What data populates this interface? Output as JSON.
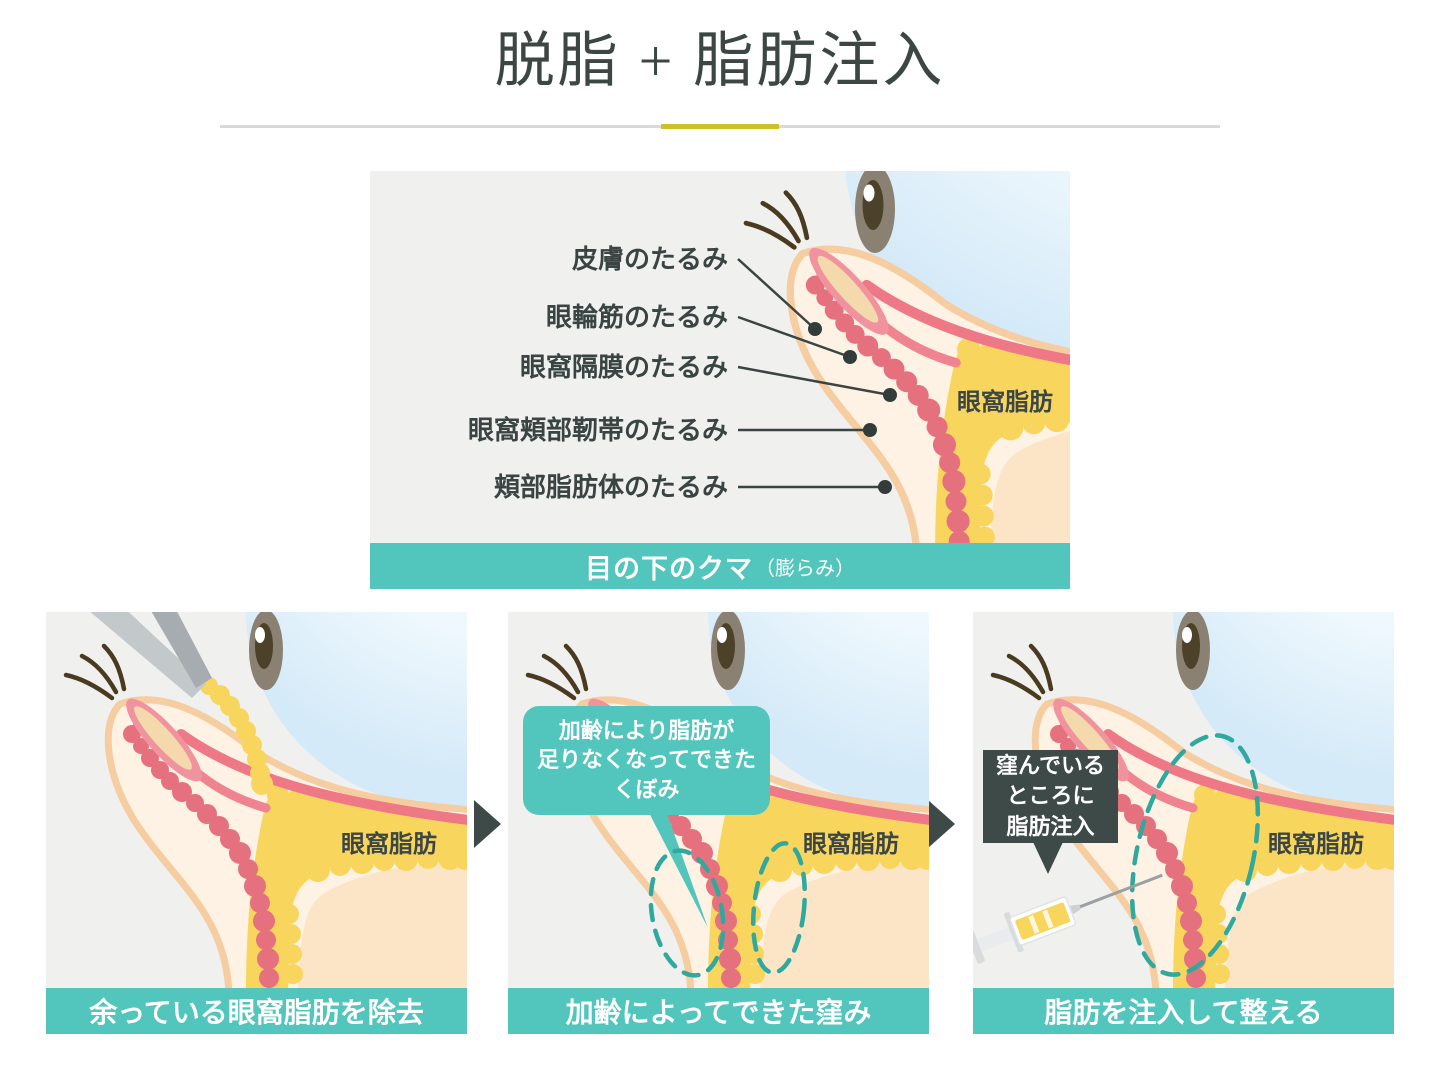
{
  "title": "脱脂 + 脂肪注入",
  "main_panel": {
    "anatomy_labels": [
      "皮膚のたるみ",
      "眼輪筋のたるみ",
      "眼窩隔膜のたるみ",
      "眼窩頬部靭帯のたるみ",
      "頬部脂肪体のたるみ"
    ],
    "fat_label": "眼窩脂肪",
    "caption": "目の下のクマ",
    "caption_note": "（膨らみ）"
  },
  "steps": [
    {
      "caption": "余っている眼窩脂肪を除去",
      "fat_label": "眼窩脂肪"
    },
    {
      "caption": "加齢によってできた窪み",
      "fat_label": "眼窩脂肪",
      "bubble_lines": [
        "加齢により脂肪が",
        "足りなくなってできた",
        "くぼみ"
      ]
    },
    {
      "caption": "脂肪を注入して整える",
      "fat_label": "眼窩脂肪",
      "callout_lines": [
        "窪んでいる",
        "ところに",
        "脂肪注入"
      ]
    }
  ],
  "colors": {
    "teal_accent": "#52c5bc",
    "dark_accent": "#3d4a48",
    "divider_accent": "#cfc028",
    "fat_yellow": "#f8d65d",
    "muscle_pink": "#e5717f"
  }
}
